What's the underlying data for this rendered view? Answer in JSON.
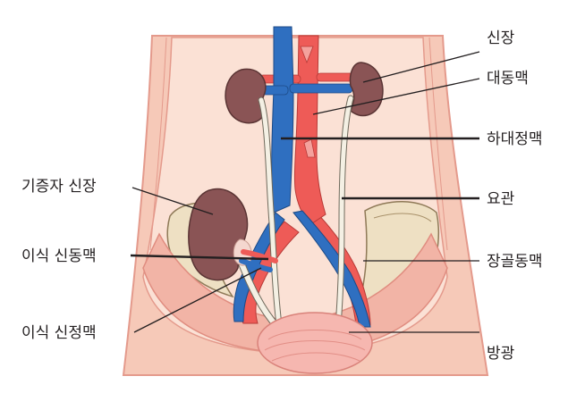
{
  "labels": {
    "kidney": "신장",
    "aorta": "대동맥",
    "ivc": "하대정맥",
    "ureter": "요관",
    "iliac_artery": "장골동맥",
    "bladder": "방광",
    "donor_kidney": "기증자 신장",
    "transplant_renal_artery": "이식 신동맥",
    "transplant_renal_vein": "이식 신정맥"
  },
  "colors": {
    "skin": "#f6c9b8",
    "skin_inner": "#fbe1d5",
    "skin_edge": "#e49a8c",
    "kidney": "#8a5455",
    "kidney_hilum": "#f4d7cf",
    "artery": "#ee5b57",
    "vein": "#2f6fc0",
    "ureter": "#f4f0e4",
    "bone": "#eee0c3",
    "bladder": "#f6b7b0",
    "line": "#231f20"
  }
}
